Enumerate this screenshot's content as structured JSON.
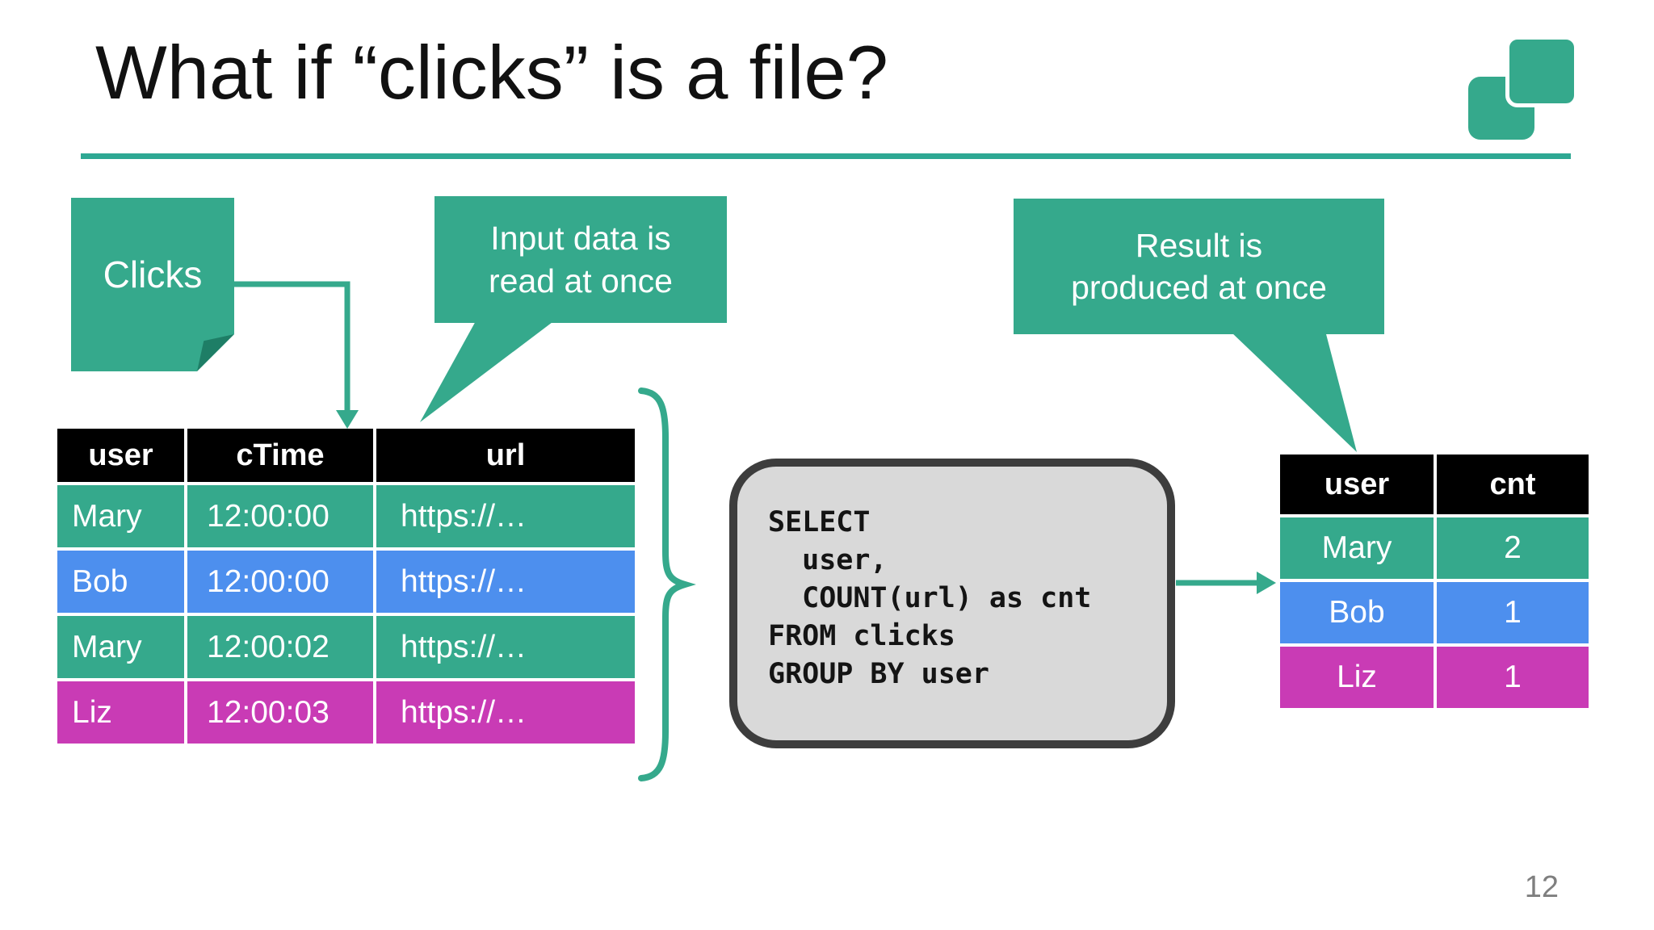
{
  "slide": {
    "title": "What if “clicks” is a file?",
    "page_number": "12"
  },
  "colors": {
    "teal": "#35A98C",
    "blue": "#4D8FEE",
    "magenta": "#C93BB5",
    "header_black": "#000000",
    "dark_border": "#3D3D3D",
    "code_bg": "#D9D9D9",
    "code_text": "#141414",
    "title_underline": "#2EA893",
    "page_number_gray": "#7F7F7F",
    "fold_dark": "#1E7E66"
  },
  "sticky_note": {
    "label": "Clicks"
  },
  "callouts": {
    "input": {
      "line1": "Input data is",
      "line2": "read at once"
    },
    "result": {
      "line1": "Result is",
      "line2": "produced at once"
    }
  },
  "clicks_table": {
    "headers": [
      "user",
      "cTime",
      "url"
    ],
    "rows": [
      {
        "user": "Mary",
        "cTime": "12:00:00",
        "url": "https://…",
        "color": "teal"
      },
      {
        "user": "Bob",
        "cTime": "12:00:00",
        "url": "https://…",
        "color": "blue"
      },
      {
        "user": "Mary",
        "cTime": "12:00:02",
        "url": "https://…",
        "color": "teal"
      },
      {
        "user": "Liz",
        "cTime": "12:00:03",
        "url": "https://…",
        "color": "magenta"
      }
    ]
  },
  "sql_box": {
    "lines": [
      "SELECT",
      "  user,",
      "  COUNT(url) as cnt",
      "FROM clicks",
      "GROUP BY user"
    ]
  },
  "result_table": {
    "headers": [
      "user",
      "cnt"
    ],
    "rows": [
      {
        "user": "Mary",
        "cnt": "2",
        "color": "teal"
      },
      {
        "user": "Bob",
        "cnt": "1",
        "color": "blue"
      },
      {
        "user": "Liz",
        "cnt": "1",
        "color": "magenta"
      }
    ]
  }
}
